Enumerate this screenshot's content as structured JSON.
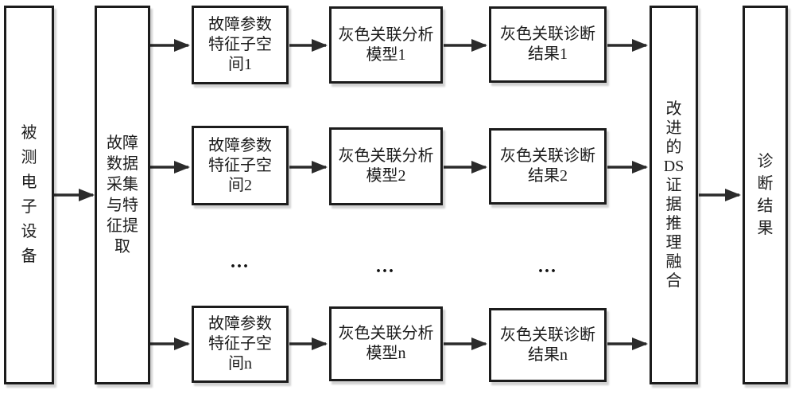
{
  "figure": {
    "background": "#ffffff",
    "ink_color": "#1c1c1c",
    "arrow_color": "#2b2b2b",
    "ellipsis": "...",
    "nodes": {
      "device": "被\n测\n电\n子\n设\n备",
      "collect": "故障\n数据\n采集\n与特\n征提\n取",
      "fusion": "改\n进\n的\nDS\n证\n据\n推\n理\n融\n合",
      "final": "诊\n断\n结\n果"
    },
    "rows": [
      {
        "subspace": "故障参数\n特征子空\n间1",
        "model": "灰色关联分析\n模型1",
        "result": "灰色关联诊断\n结果1"
      },
      {
        "subspace": "故障参数\n特征子空\n间2",
        "model": "灰色关联分析\n模型2",
        "result": "灰色关联诊断\n结果2"
      },
      {
        "subspace": "故障参数\n特征子空\n间n",
        "model": "灰色关联分析\n模型n",
        "result": "灰色关联诊断\n结果n"
      }
    ]
  }
}
